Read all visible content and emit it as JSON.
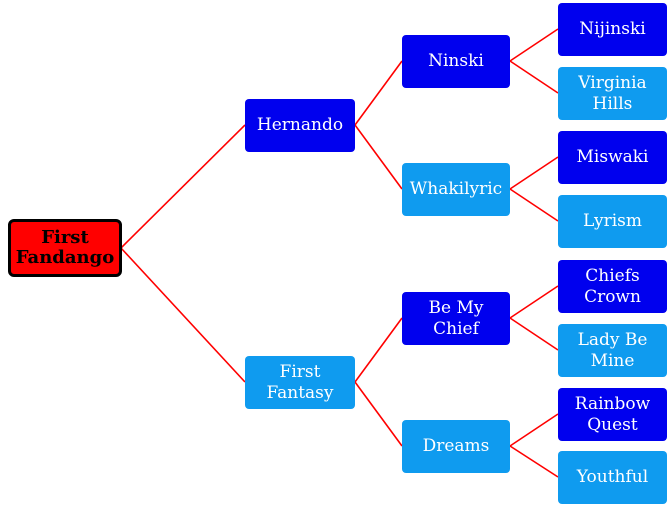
{
  "colors": {
    "root_fill": "#ff0000",
    "root_border": "#000000",
    "dark_fill": "#0000ee",
    "light_fill": "#0f9bef",
    "connector": "#ff0000",
    "text_light": "#ffffff",
    "text_dark": "#000000"
  },
  "tree": {
    "root": "First\nFandango",
    "sire": "Hernando",
    "dam": "First\nFantasy",
    "sire_sire": "Ninski",
    "sire_dam": "Whakilyric",
    "dam_sire": "Be My\nChief",
    "dam_dam": "Dreams",
    "sss": "Nijinski",
    "ssd": "Virginia\nHills",
    "sds": "Miswaki",
    "sdd": "Lyrism",
    "dss": "Chiefs\nCrown",
    "dsd": "Lady Be\nMine",
    "dds": "Rainbow\nQuest",
    "ddd": "Youthful"
  }
}
